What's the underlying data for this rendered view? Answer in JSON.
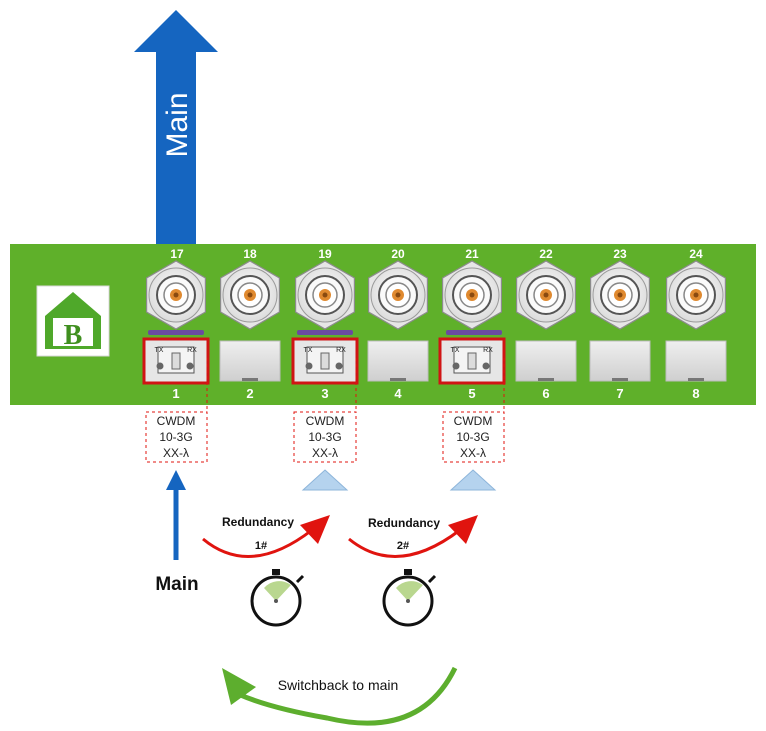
{
  "main_arrow_label": "Main",
  "logo_letter": "B",
  "bnc_numbers": [
    "17",
    "18",
    "19",
    "20",
    "21",
    "22",
    "23",
    "24"
  ],
  "sfp_numbers": [
    "1",
    "2",
    "3",
    "4",
    "5",
    "6",
    "7",
    "8"
  ],
  "sfp_tx": "TX",
  "sfp_rx": "RX",
  "modules": [
    {
      "line1": "CWDM",
      "line2": "10-3G",
      "line3": "XX-λ"
    },
    {
      "line1": "CWDM",
      "line2": "10-3G",
      "line3": "XX-λ"
    },
    {
      "line1": "CWDM",
      "line2": "10-3G",
      "line3": "XX-λ"
    }
  ],
  "bottom_main_label": "Main",
  "redundancy1": {
    "title": "Redundancy",
    "number": "1#"
  },
  "redundancy2": {
    "title": "Redundancy",
    "number": "2#"
  },
  "switchback_label": "Switchback to main",
  "colors": {
    "panel_green": "#5fb02a",
    "blue": "#1565c0",
    "red": "#e0140f",
    "arrow_green": "#5dae2e",
    "purple": "#6a4aa0",
    "triangle": "#b5d3ee"
  }
}
